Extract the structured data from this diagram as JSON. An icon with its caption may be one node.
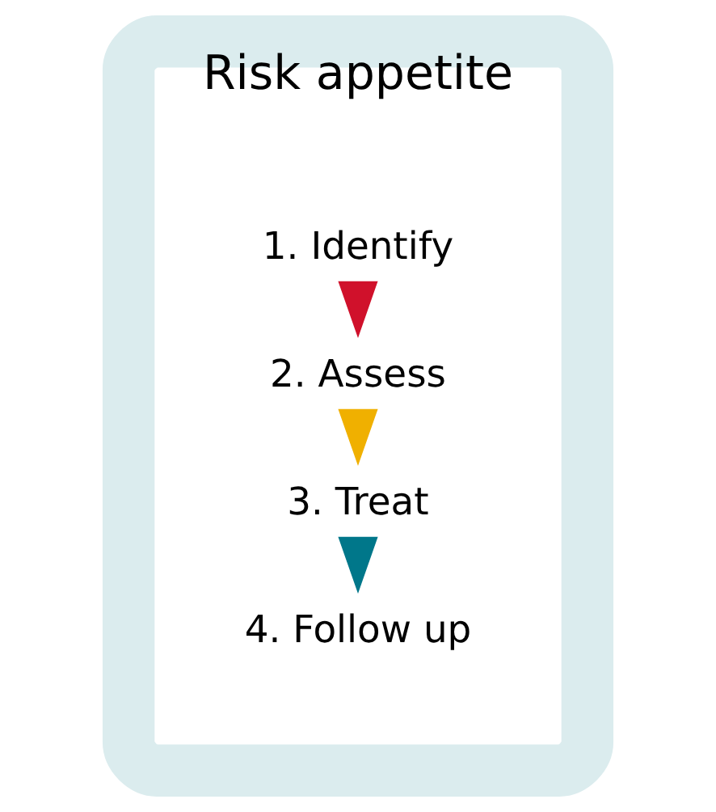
{
  "diagram": {
    "nodes": [
      {
        "text": [
          "Risk appetite"
        ]
      },
      {
        "text": [
          "1. Identify"
        ],
        "in": 0
      },
      {
        "text": [
          "2. Assess"
        ],
        "in": 0
      },
      {
        "text": [
          "3. Treat"
        ],
        "in": 0
      },
      {
        "text": [
          "4. Follow up"
        ],
        "in": 0
      }
    ],
    "edges": [
      {
        "from": 1,
        "to": 2,
        "arrow": "to",
        "color": "#d0112b"
      },
      {
        "from": 2,
        "to": 3,
        "arrow": "to",
        "color": "#f0b000"
      },
      {
        "from": 3,
        "to": 4,
        "arrow": "to",
        "color": "#00778a"
      }
    ]
  }
}
